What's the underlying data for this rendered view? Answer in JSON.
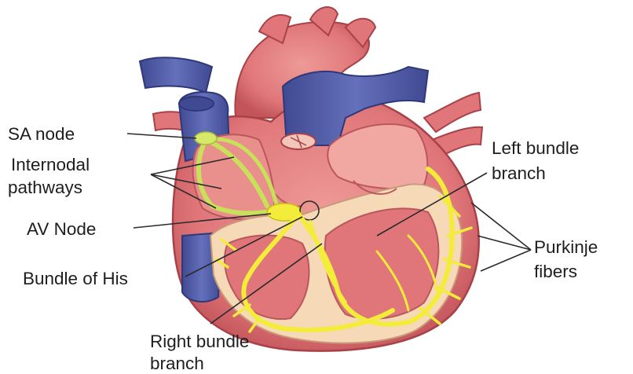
{
  "labels": {
    "sa_node": "SA node",
    "internodal_line1": "Internodal",
    "internodal_line2": "pathways",
    "av_node": "AV Node",
    "bundle_of_his": "Bundle of His",
    "right_bundle_line1": "Right bundle",
    "right_bundle_line2": "branch",
    "left_bundle_line1": "Left bundle",
    "left_bundle_line2": "branch",
    "purkinje_line1": "Purkinje",
    "purkinje_line2": "fibers"
  },
  "colors": {
    "muscle": "#e0767a",
    "muscle_dark": "#c2545a",
    "muscle_light": "#f2b3a9",
    "chamber": "#e98f8c",
    "tissue": "#f6d9b7",
    "vein": "#5b66b0",
    "vein_dark": "#3f4a92",
    "conduction": "#f3ec3a",
    "pathway": "#c8e05a",
    "text": "#1e1e1e"
  }
}
